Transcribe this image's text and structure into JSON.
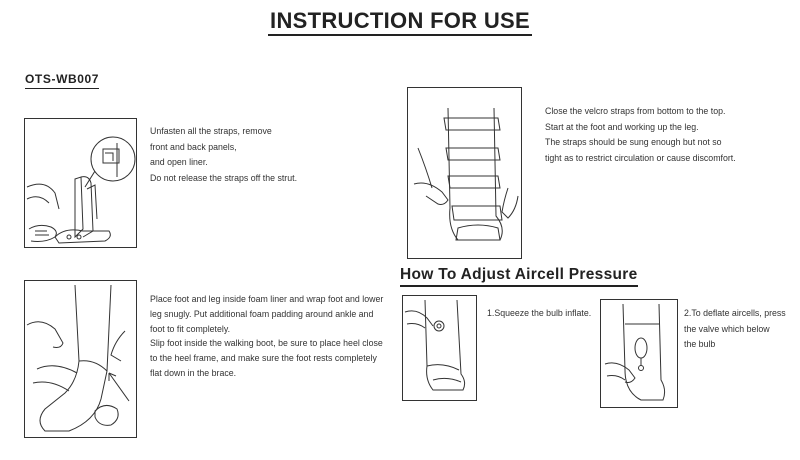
{
  "title": "INSTRUCTION FOR USE",
  "model": "OTS-WB007",
  "section_title": "How To Adjust Aircell Pressure",
  "steps": [
    {
      "lines": [
        "Unfasten all the straps, remove",
        "front and back panels,",
        "and open liner.",
        "Do not release the straps off the strut."
      ]
    },
    {
      "lines": [
        "Close the velcro straps from bottom to the top.",
        "Start at the foot and working up the leg.",
        "The straps should be sung enough but not so",
        "tight as to restrict circulation or cause discomfort."
      ]
    },
    {
      "lines": [
        "Place foot and leg inside foam liner and wrap foot and lower",
        "leg snugly. Put additional foam padding around ankle and",
        "foot to fit completely.",
        "Slip foot inside the walking boot, be sure to place heel close",
        "to the heel frame, and make sure the foot rests completely",
        "flat down in the brace."
      ]
    }
  ],
  "aircell": [
    {
      "lines": [
        "1.Squeeze the bulb inflate."
      ]
    },
    {
      "lines": [
        "2.To deflate aircells, press",
        "the valve which below",
        "the bulb"
      ]
    }
  ]
}
